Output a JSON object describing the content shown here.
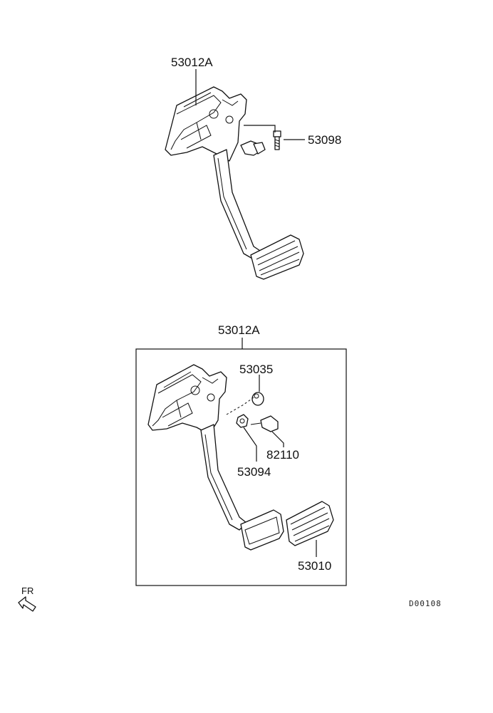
{
  "labels": {
    "top_assembly": "53012A",
    "top_bolt": "53098",
    "bottom_assembly": "53012A",
    "cap": "53035",
    "switch": "82110",
    "nut": "53094",
    "pad": "53010"
  },
  "direction_marker": "FR",
  "drawing_code": "D00108"
}
